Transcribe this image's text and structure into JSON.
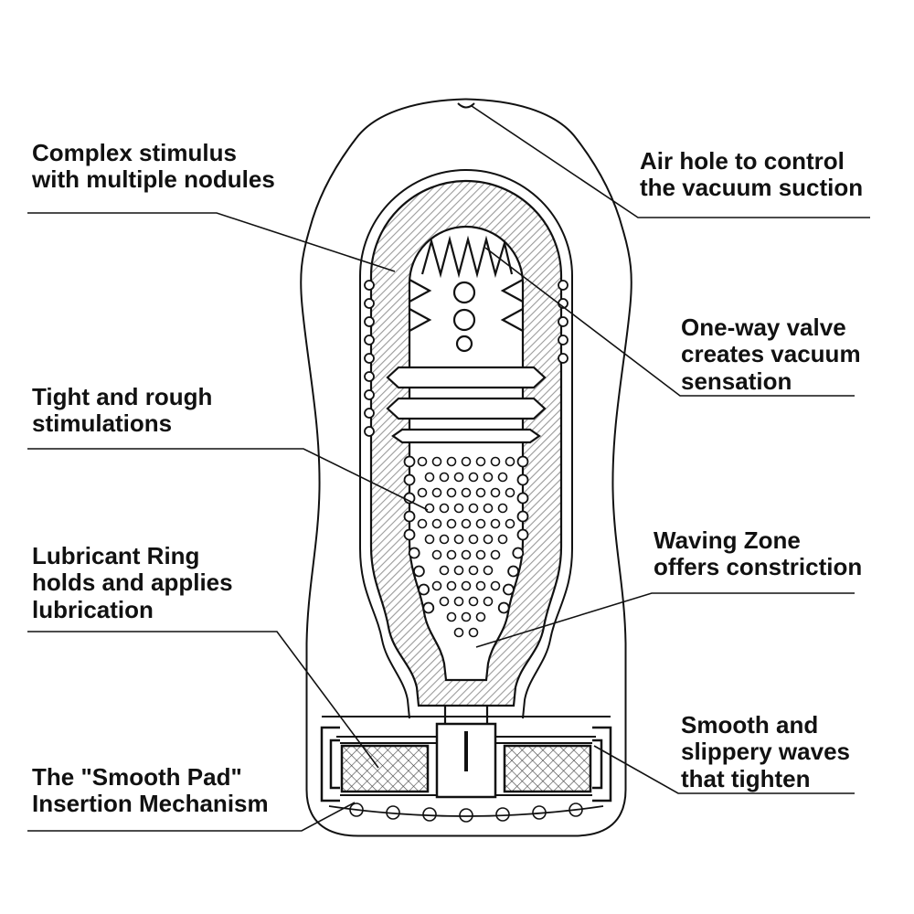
{
  "diagram": {
    "type": "product-cutaway-technical-illustration",
    "colors": {
      "ink": "#111111",
      "background": "#ffffff",
      "hatch_gray": "#9a9a9a"
    }
  },
  "labels": {
    "complex_stimulus": {
      "line1": "Complex stimulus",
      "line2": "with multiple nodules"
    },
    "air_hole": {
      "line1": "Air hole to control",
      "line2": "the vacuum suction"
    },
    "one_way_valve": {
      "line1": "One-way valve",
      "line2": "creates vacuum",
      "line3": "sensation"
    },
    "tight_rough": {
      "line1": "Tight and rough",
      "line2": "stimulations"
    },
    "lubricant_ring": {
      "line1": "Lubricant Ring",
      "line2": "holds and applies",
      "line3": "lubrication"
    },
    "waving_zone": {
      "line1": "Waving Zone",
      "line2": "offers constriction"
    },
    "smooth_pad": {
      "line1": "The \"Smooth Pad\"",
      "line2": "Insertion Mechanism"
    },
    "smooth_waves": {
      "line1": "Smooth and",
      "line2": "slippery waves",
      "line3": "that tighten"
    }
  }
}
